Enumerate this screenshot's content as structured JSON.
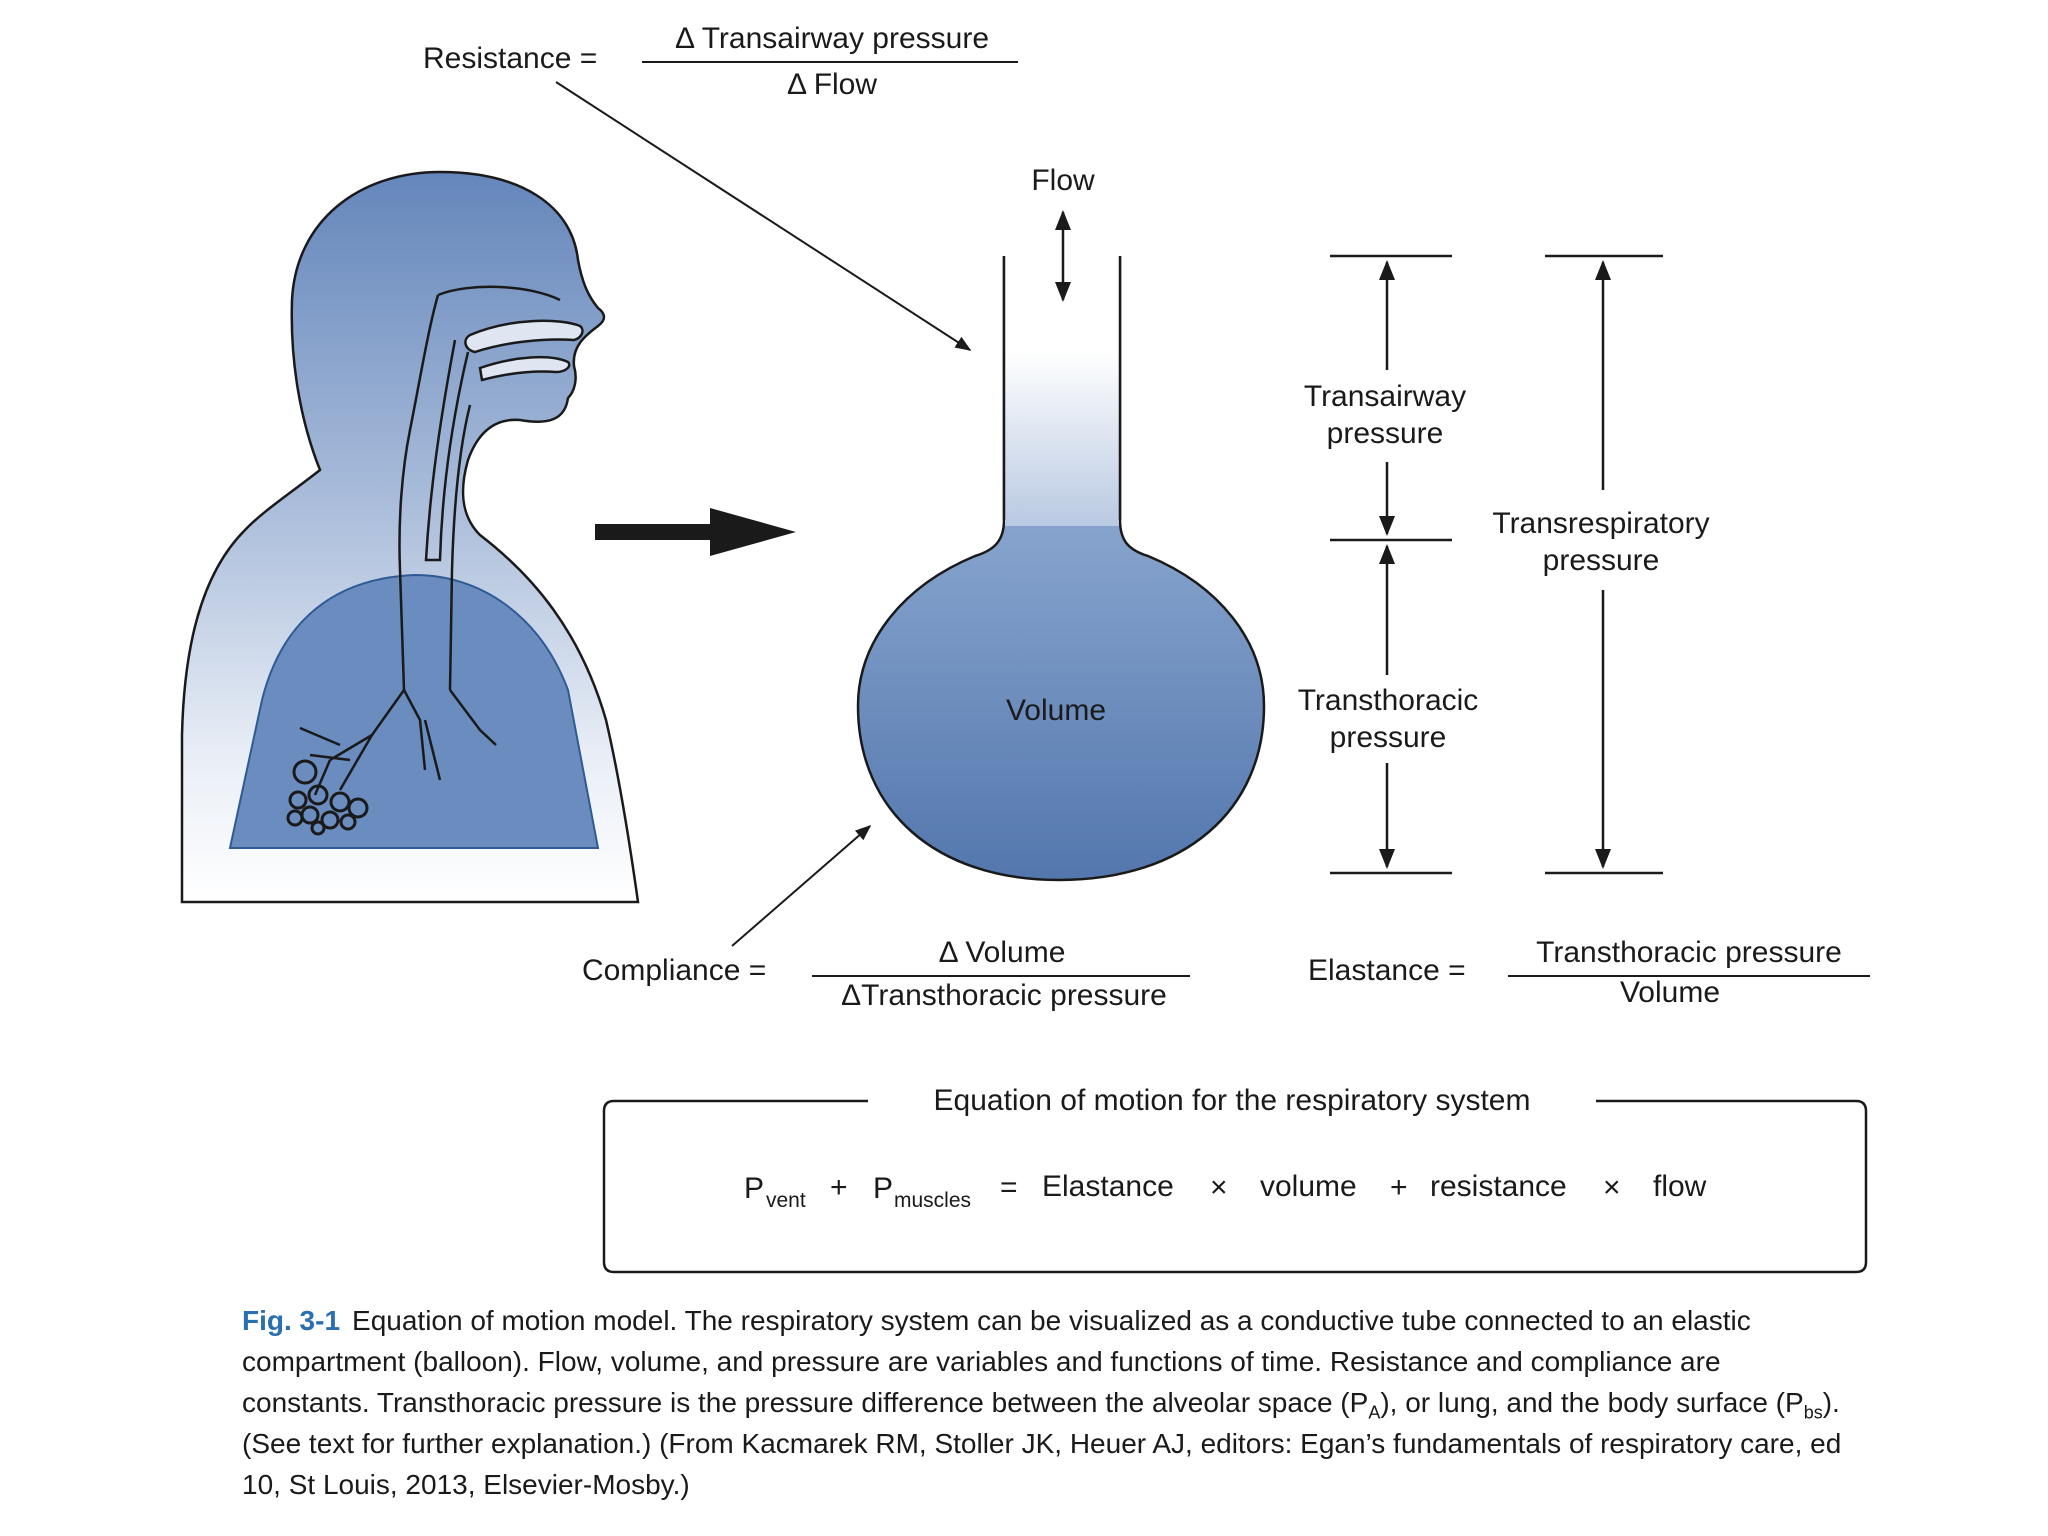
{
  "resistance": {
    "label": "Resistance =",
    "numerator": "Δ Transairway pressure",
    "denominator": "Δ Flow"
  },
  "flow_label": "Flow",
  "balloon_label": "Volume",
  "transairway": {
    "line1": "Transairway",
    "line2": "pressure"
  },
  "transthoracic": {
    "line1": "Transthoracic",
    "line2": "pressure"
  },
  "transrespiratory": {
    "line1": "Transrespiratory",
    "line2": "pressure"
  },
  "compliance": {
    "label": "Compliance =",
    "numerator": "Δ Volume",
    "denominator": "ΔTransthoracic pressure"
  },
  "elastance": {
    "label": "Elastance =",
    "numerator": "Transthoracic pressure",
    "denominator": "Volume"
  },
  "equation": {
    "title": "Equation of motion for the respiratory system",
    "p1": "P",
    "p1_sub": "vent",
    "plus1": "+",
    "p2": "P",
    "p2_sub": "muscles",
    "equals": "=",
    "rhs1": "Elastance",
    "times1": "×",
    "rhs2": "volume",
    "plus2": "+",
    "rhs3": "resistance",
    "times2": "×",
    "rhs4": "flow"
  },
  "caption": {
    "fig_no": "Fig. 3-1",
    "part1": "Equation of motion model. The respiratory system can be visualized as a conductive tube connected to an elastic compartment (balloon). Flow, volume, and pressure are variables and functions of time. Resistance and compliance are constants. Transthoracic pressure is the pressure difference between the alveolar space (P",
    "sub1": "A",
    "part2": "), or lung, and the body surface (P",
    "sub2": "bs",
    "part3": "). (See text for further explanation.) (From Kacmarek RM, Stoller JK, Heuer AJ, editors: Egan’s fundamentals of respiratory care, ed 10, St Louis, 2013, Elsevier-Mosby.)"
  },
  "colors": {
    "fill_dark": "#5e80b4",
    "fill_light": "#f2f5fa",
    "lung": "#6a8cbf",
    "outline": "#1a1a1a",
    "figure_label": "#2a6fb0"
  }
}
